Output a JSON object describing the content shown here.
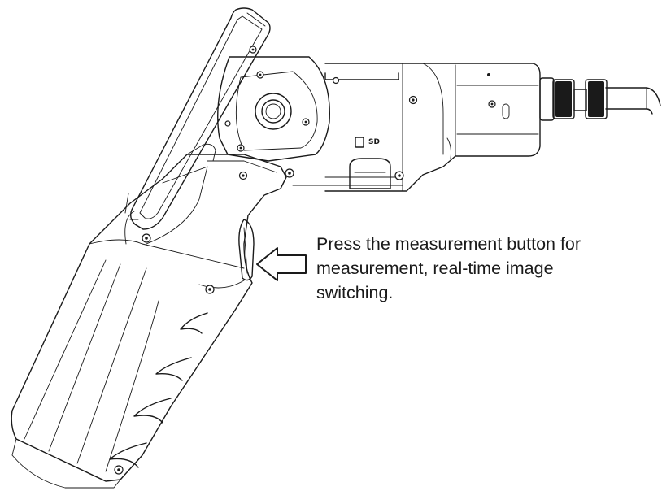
{
  "annotation": {
    "lines": [
      "Press the measurement button for",
      "measurement, real-time image",
      "switching."
    ]
  },
  "labels": {
    "sd_slot": "SD"
  },
  "icons": {
    "pointer": "hollow-left-arrow-icon",
    "sd_card": "sd-card-icon"
  },
  "colors": {
    "line": "#1a1a1a",
    "background": "#ffffff"
  }
}
